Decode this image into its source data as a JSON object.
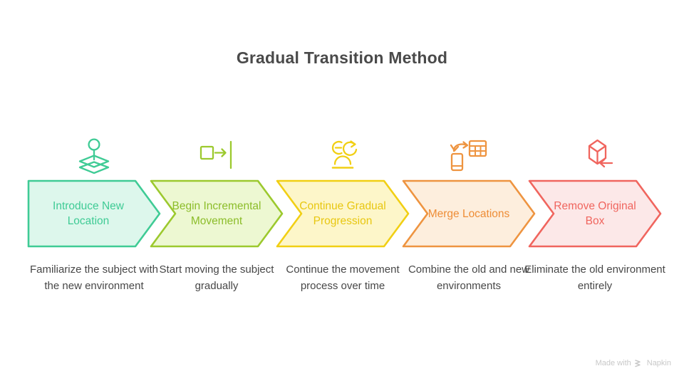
{
  "title": "Gradual Transition Method",
  "watermark": {
    "prefix": "Made with",
    "brand": "Napkin",
    "logo_icon": "napkin-chevrons-logo-icon"
  },
  "theme": {
    "title_color": "#4a4a4a",
    "caption_color": "#474747",
    "background": "#ffffff"
  },
  "steps": [
    {
      "index": 1,
      "label": "Introduce New Location",
      "caption": "Familiarize the subject with the new environment",
      "icon": "location-pin-on-layers-icon",
      "fill": "#ddf7ec",
      "stroke": "#3fcb95",
      "text": "#3fcb95"
    },
    {
      "index": 2,
      "label": "Begin Incremental Movement",
      "caption": "Start moving the subject gradually",
      "icon": "square-arrow-to-bar-icon",
      "fill": "#edf8d2",
      "stroke": "#9cc92e",
      "text": "#8cbd2a"
    },
    {
      "index": 3,
      "label": "Continue Gradual Progression",
      "caption": "Continue the movement process over time",
      "icon": "person-refresh-icon",
      "fill": "#fdf6c9",
      "stroke": "#f1cf14",
      "text": "#e8c711"
    },
    {
      "index": 4,
      "label": "Merge Locations",
      "caption": "Combine the old and new environments",
      "icon": "phone-table-exchange-icon",
      "fill": "#fdeedd",
      "stroke": "#ee9440",
      "text": "#ee8d36"
    },
    {
      "index": 5,
      "label": "Remove Original Box",
      "caption": "Eliminate the old environment entirely",
      "icon": "box-arrow-left-icon",
      "fill": "#fce8e8",
      "stroke": "#f0655e",
      "text": "#f0655e"
    }
  ]
}
